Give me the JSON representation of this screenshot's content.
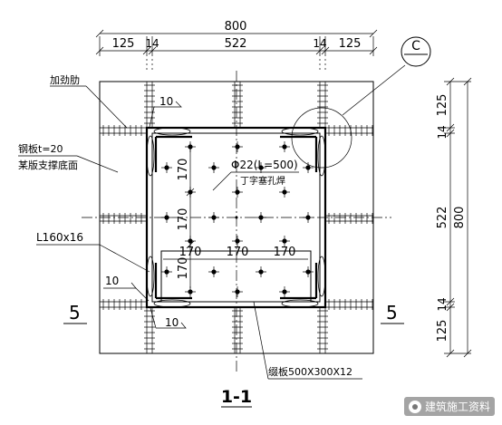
{
  "dimensions": {
    "overall_width": "800",
    "top_segments": [
      "125",
      "14",
      "522",
      "14",
      "125"
    ],
    "overall_height": "800",
    "right_segments": [
      "125",
      "14",
      "522",
      "14",
      "125"
    ]
  },
  "detail_marker": {
    "letter": "C"
  },
  "labels": {
    "stiffener": "加劲肋",
    "steel_plate": "钢板t=20",
    "plate_note": "某版支撑底面",
    "angle": "L160x16",
    "bolt_spec": "Φ22(L=500)",
    "plug_weld": "丁字塞孔焊",
    "bottom_plate": "缀板500X300X12",
    "weld_size_top": "10",
    "weld_size_left": "10",
    "weld_size_bottom": "10",
    "spacing_v1": "170",
    "spacing_v2": "170",
    "spacing_v3": "170",
    "spacing_h1": "170",
    "spacing_h2": "170",
    "spacing_h3": "170"
  },
  "section": {
    "mark_left": "5",
    "mark_right": "5",
    "title": "1-1"
  },
  "watermark": {
    "text": "建筑施工资料",
    "icon": "wechat-icon"
  }
}
